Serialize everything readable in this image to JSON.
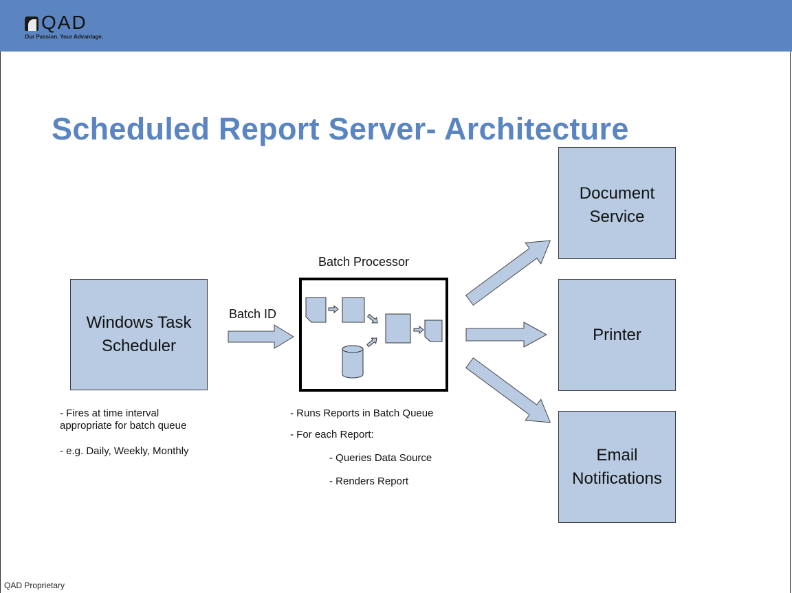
{
  "header": {
    "logo_text": "QAD",
    "tagline": "Our Passion. Your Advantage."
  },
  "title": "Scheduled Report Server- Architecture",
  "nodes": {
    "scheduler": "Windows Task Scheduler",
    "batch_processor_label": "Batch Processor",
    "document_service": "Document Service",
    "printer": "Printer",
    "email": "Email Notifications"
  },
  "edge_labels": {
    "batch_id": "Batch ID"
  },
  "notes": {
    "scheduler": [
      "- Fires at time interval",
      "appropriate for batch queue",
      "- e.g. Daily, Weekly, Monthly"
    ],
    "batch": [
      "- Runs Reports in Batch Queue",
      "- For each Report:",
      "- Queries Data Source",
      "- Renders Report"
    ]
  },
  "footer": "QAD Proprietary",
  "colors": {
    "header": "#5a85c1",
    "title": "#5a85c1",
    "box_fill": "#b9cbe3",
    "arrow_fill": "#b9cbe3"
  }
}
